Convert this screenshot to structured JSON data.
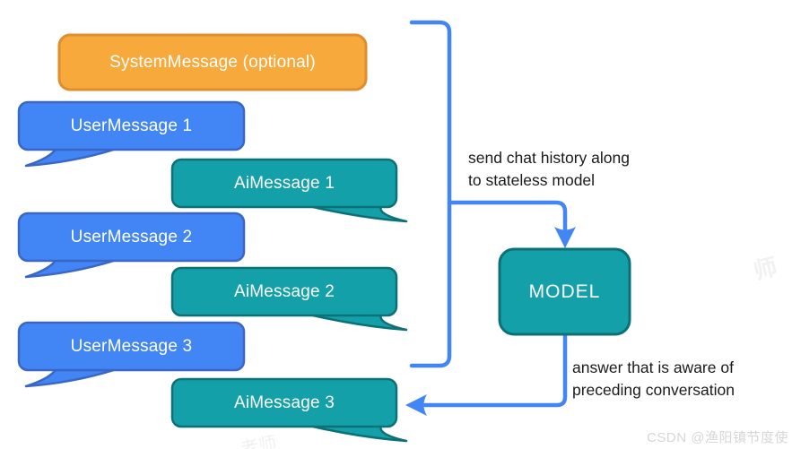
{
  "diagram": {
    "system_message": {
      "label": "SystemMessage (optional)"
    },
    "user_messages": [
      "UserMessage 1",
      "UserMessage 2",
      "UserMessage 3"
    ],
    "ai_messages": [
      "AiMessage 1",
      "AiMessage 2",
      "AiMessage 3"
    ],
    "model": {
      "label": "MODEL"
    },
    "annotations": {
      "send": {
        "line1": "send chat history along",
        "line2": "to stateless model"
      },
      "answer": {
        "line1": "answer that is aware of",
        "line2": "preceding conversation"
      }
    },
    "colors": {
      "system_fill": "#F7A93C",
      "system_border": "#DE8E2E",
      "user_fill": "#4285F4",
      "user_border": "#3A67C6",
      "ai_fill": "#14A0A8",
      "ai_border": "#0B7176",
      "arrow": "#4285F4",
      "bubble_text": "#FFFFFF",
      "annotation_text": "#1A1A1A"
    },
    "watermarks": {
      "csdn": "CSDN @渔阳镇节度使",
      "faint_1": "师",
      "faint_2": "老师"
    }
  }
}
